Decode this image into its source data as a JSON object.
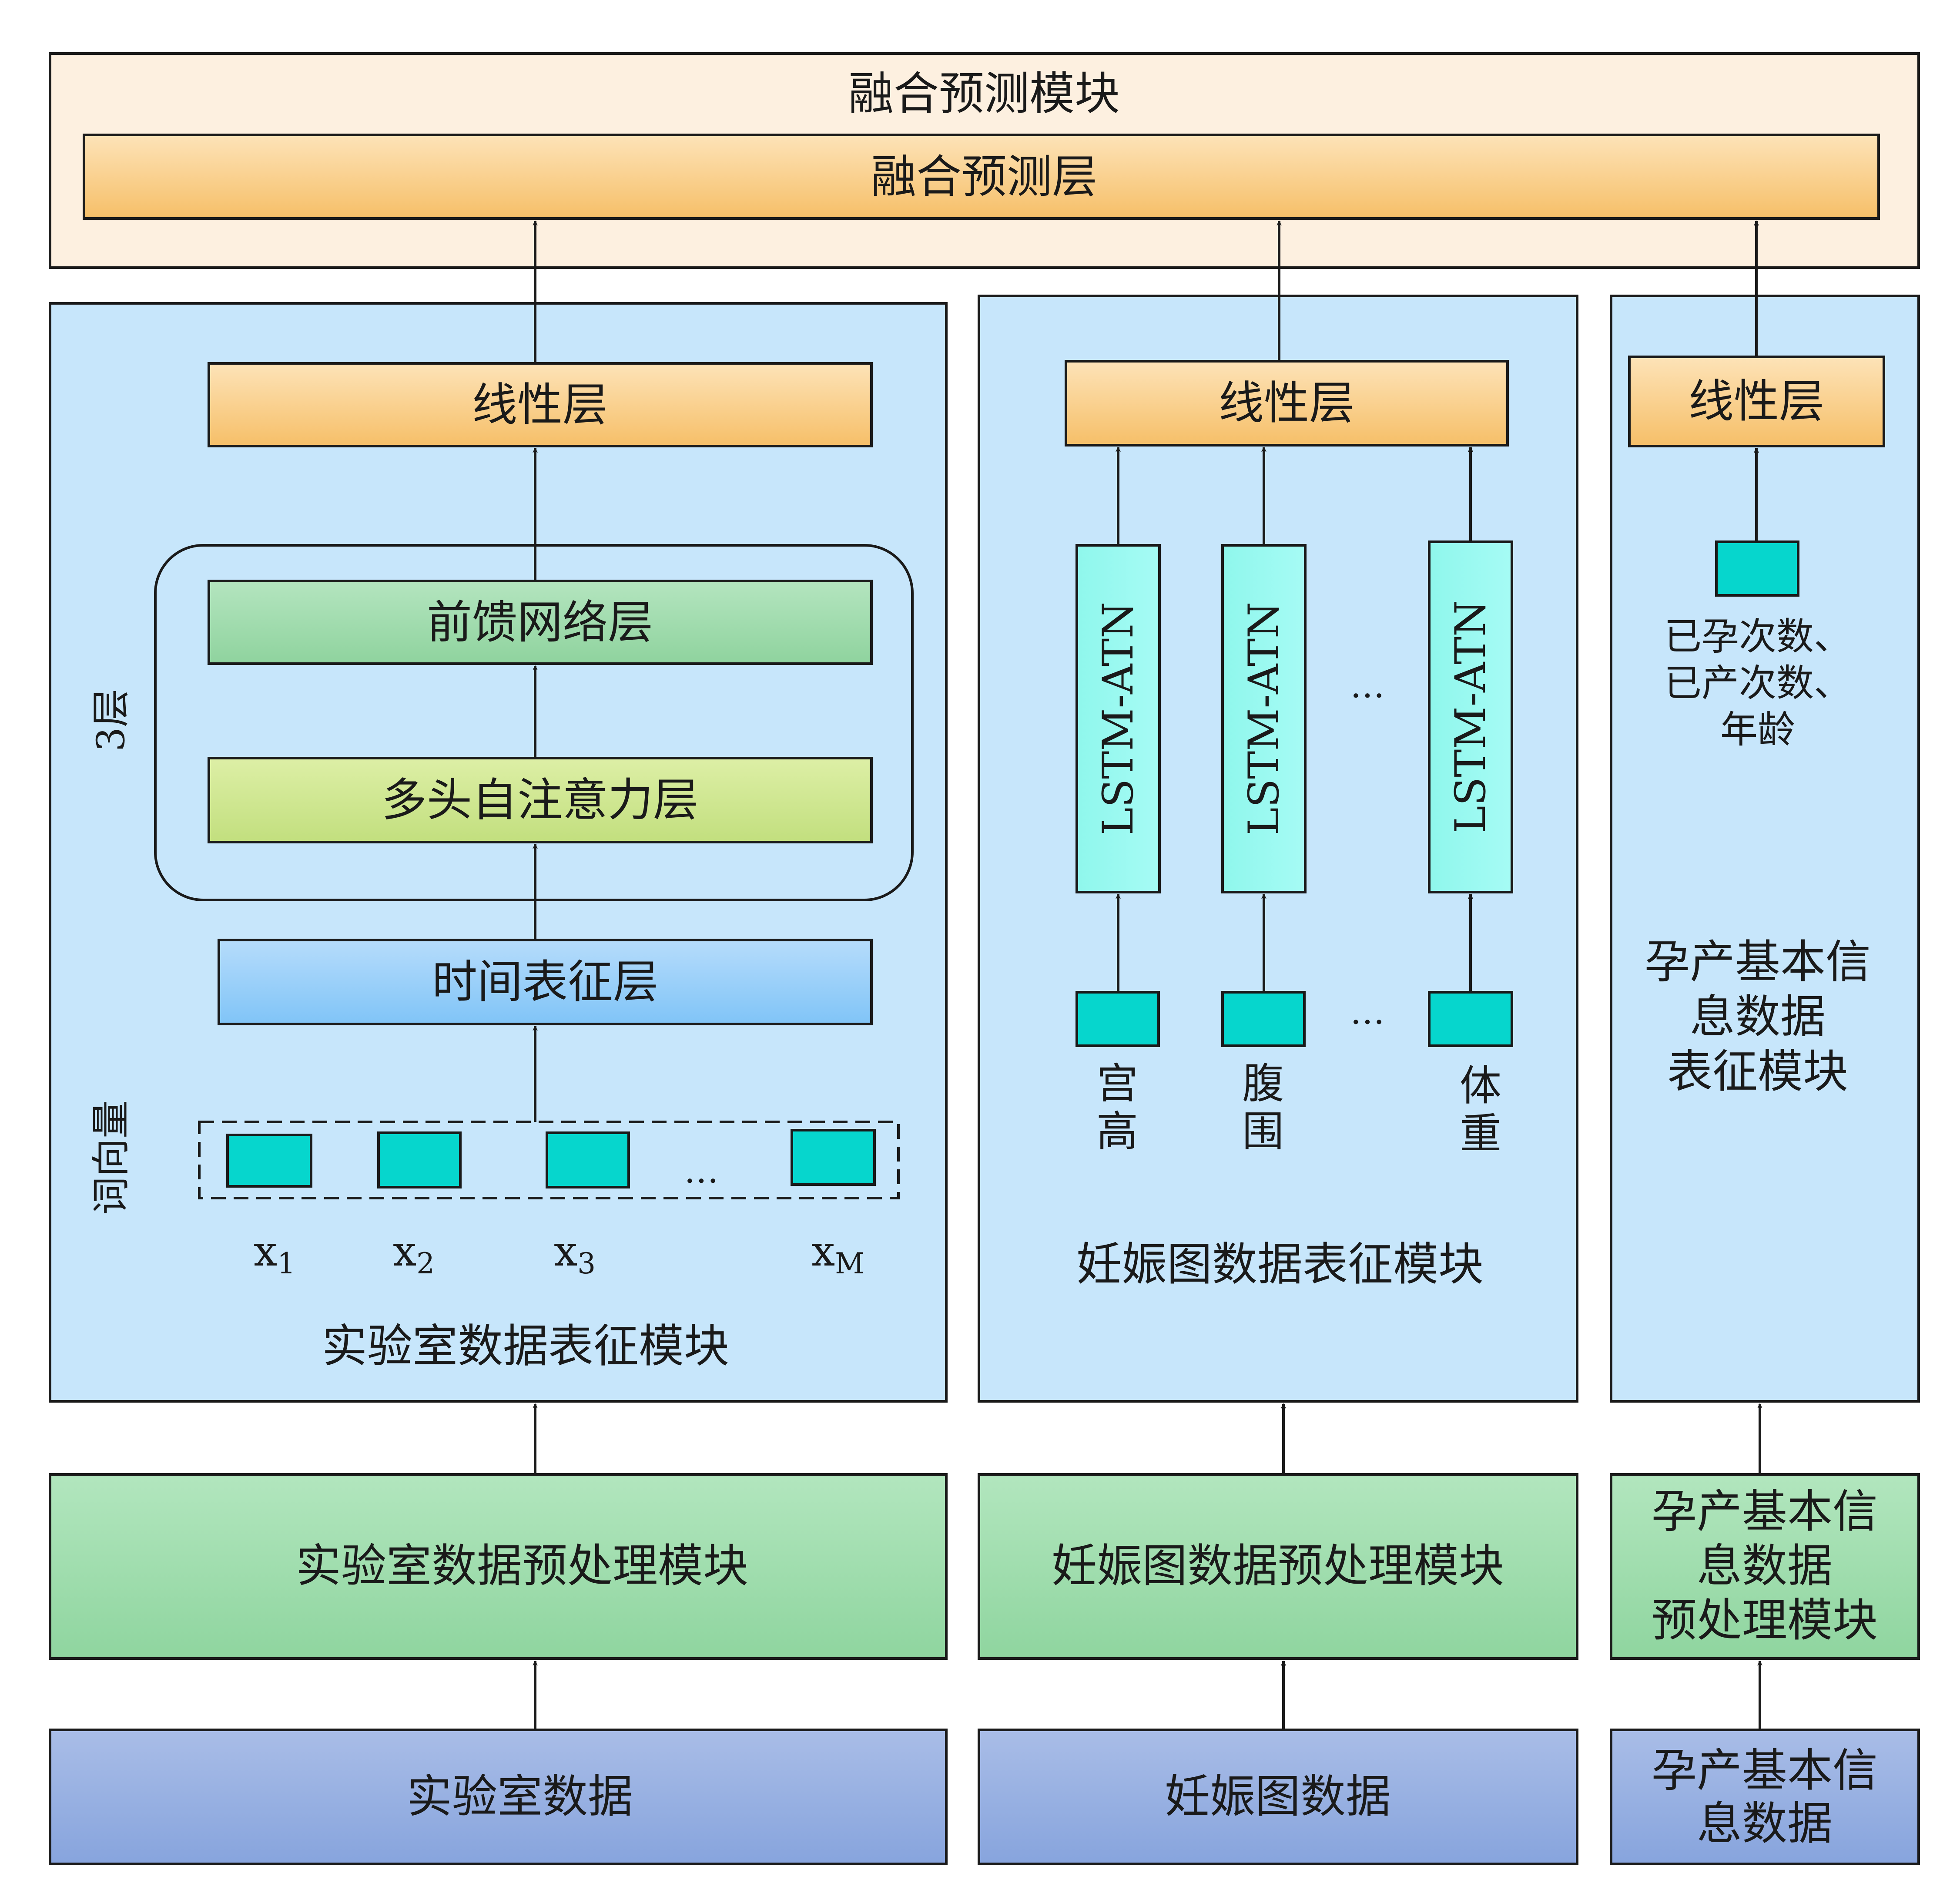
{
  "fusion": {
    "module_label": "融合预测模块",
    "layer_label": "融合预测层"
  },
  "lab": {
    "module_label": "实验室数据表征模块",
    "linear_label": "线性层",
    "ffn_label": "前馈网络层",
    "mhsa_label": "多头自注意力层",
    "time_label": "时间表征层",
    "repeat_label": "3层",
    "wordvec_label": "词向量",
    "ellipsis": "…",
    "tokens": [
      {
        "base": "x",
        "sub": "1"
      },
      {
        "base": "x",
        "sub": "2"
      },
      {
        "base": "x",
        "sub": "3"
      },
      {
        "base": "x",
        "sub": "M"
      }
    ],
    "preprocess_label": "实验室数据预处理模块",
    "data_label": "实验室数据"
  },
  "preg": {
    "module_label": "妊娠图数据表征模块",
    "linear_label": "线性层",
    "lstm_label": "LSTM-ATN",
    "ellipsis": "…",
    "features": [
      {
        "chars": [
          "宫",
          "高"
        ]
      },
      {
        "chars": [
          "腹",
          "围"
        ]
      },
      {
        "chars": [
          "体",
          "重"
        ]
      }
    ],
    "preprocess_label": "妊娠图数据预处理模块",
    "data_label": "妊娠图数据"
  },
  "basic": {
    "module_lines": [
      "孕产基本信",
      "息数据",
      "表征模块"
    ],
    "linear_label": "线性层",
    "features_lines": [
      "已孕次数、",
      "已产次数、",
      "年龄"
    ],
    "preprocess_lines": [
      "孕产基本信",
      "息数据",
      "预处理模块"
    ],
    "data_lines": [
      "孕产基本信",
      "息数据"
    ]
  },
  "colors": {
    "fusion_bg": "#fdf0e0",
    "panel_bg": "#c7e6fb",
    "orange_top": "#fde3b8",
    "orange_bottom": "#f6bf68",
    "green_ffn_top": "#b4e5bf",
    "green_ffn_bottom": "#8fd39e",
    "green_mhsa_top": "#ddefa6",
    "green_mhsa_bottom": "#c2df7e",
    "blue_time_top": "#b6dcfb",
    "blue_time_bottom": "#80c4f7",
    "cyan_lstm_top": "#8ff7ec",
    "cyan_lstm_bottom": "#a6fbf5",
    "teal_token": "#06d6cd",
    "preprocess_top": "#b2e6be",
    "preprocess_bottom": "#8fd59f",
    "data_top": "#a9bde7",
    "data_bottom": "#87a4dd"
  }
}
